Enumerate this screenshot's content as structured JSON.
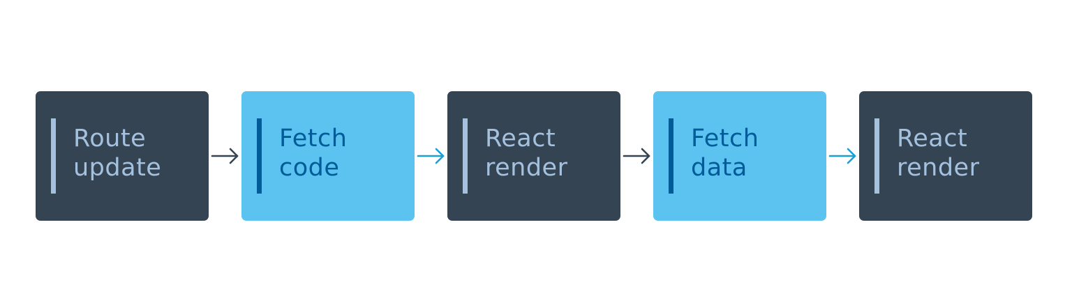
{
  "steps": [
    {
      "line1": "Route",
      "line2": "update",
      "theme": "dark"
    },
    {
      "line1": "Fetch",
      "line2": "code",
      "theme": "light"
    },
    {
      "line1": "React",
      "line2": "render",
      "theme": "dark"
    },
    {
      "line1": "Fetch",
      "line2": "data",
      "theme": "light"
    },
    {
      "line1": "React",
      "line2": "render",
      "theme": "dark"
    }
  ],
  "arrows": [
    {
      "color": "#344452"
    },
    {
      "color": "#1a9fd3"
    },
    {
      "color": "#344452"
    },
    {
      "color": "#1a9fd3"
    }
  ],
  "colors": {
    "dark_box": "#344452",
    "dark_text": "#a4c2df",
    "light_box": "#5cc3f1",
    "light_text": "#005c98"
  }
}
